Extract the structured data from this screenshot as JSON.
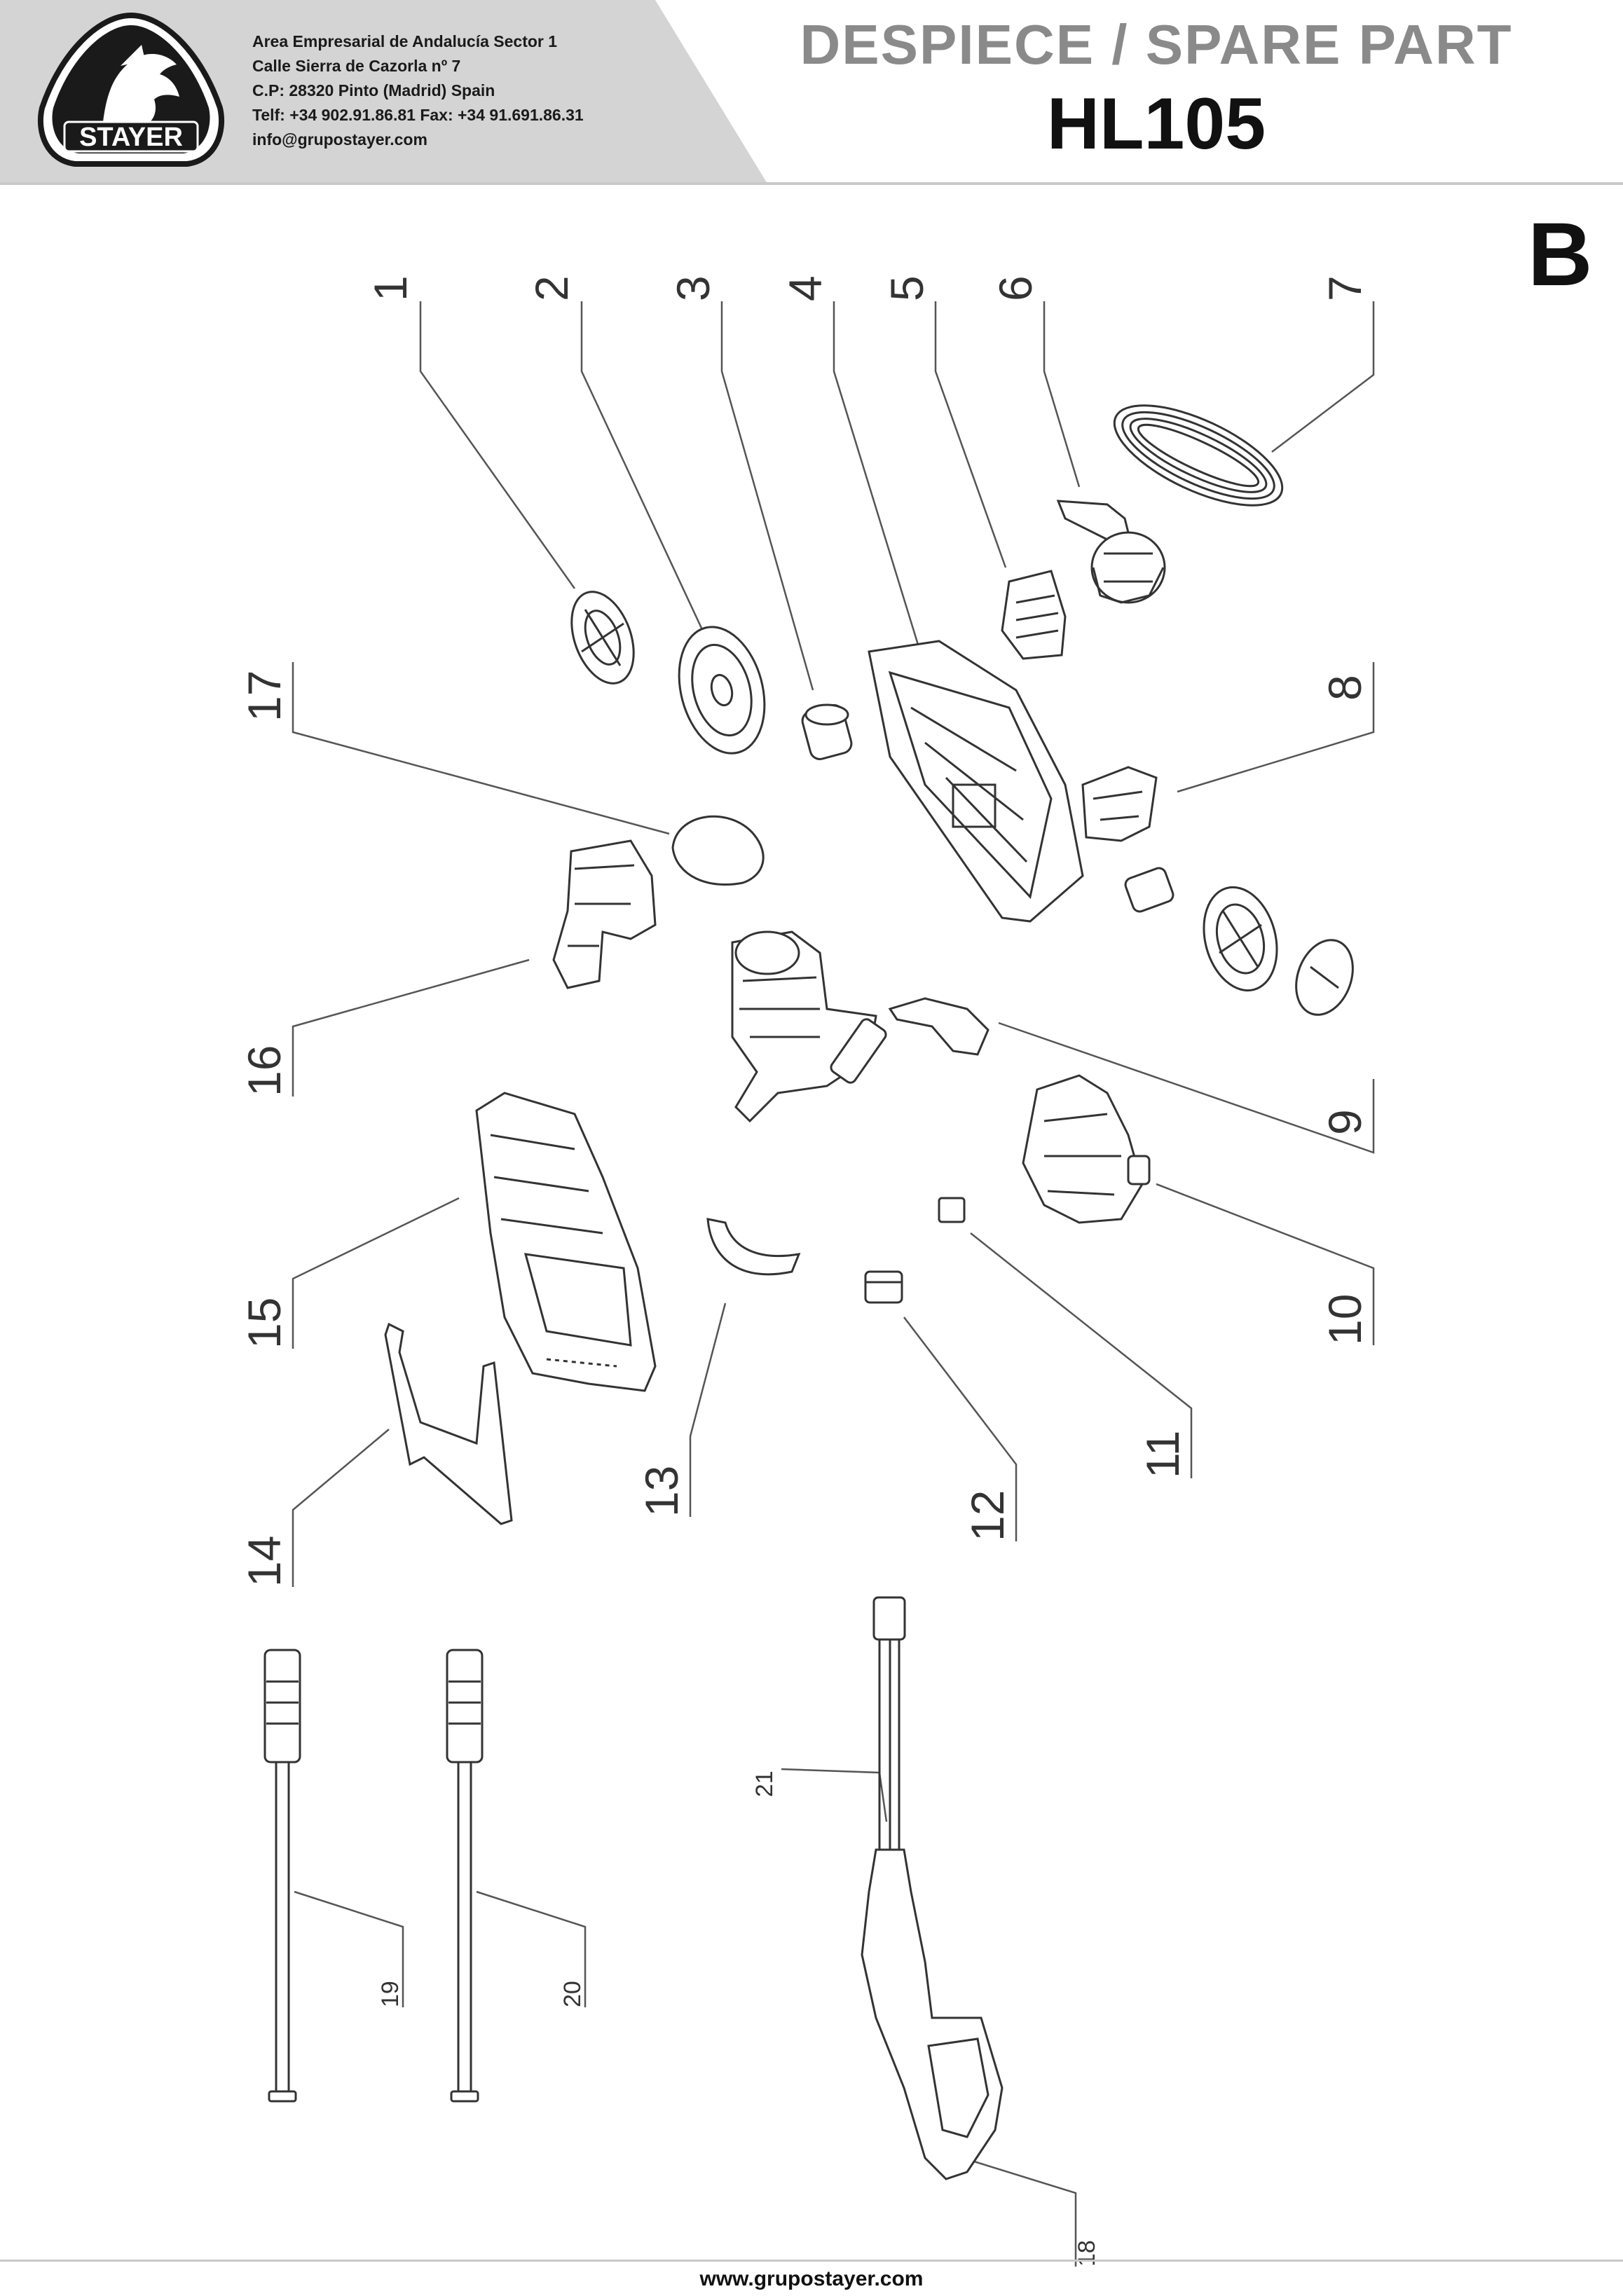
{
  "company": {
    "brand": "STAYER",
    "address_lines": [
      "Area Empresarial de Andalucía Sector 1",
      "Calle Sierra de Cazorla nº 7",
      "C.P: 28320 Pinto (Madrid) Spain",
      "Telf: +34 902.91.86.81 Fax: +34 91.691.86.31",
      "info@grupostayer.com"
    ]
  },
  "document": {
    "title": "DESPIECE / SPARE PART",
    "model": "HL105",
    "section": "B"
  },
  "callouts": {
    "c1": "1",
    "c2": "2",
    "c3": "3",
    "c4": "4",
    "c5": "5",
    "c6": "6",
    "c7": "7",
    "c8": "8",
    "c9": "9",
    "c10": "10",
    "c11": "11",
    "c12": "12",
    "c13": "13",
    "c14": "14",
    "c15": "15",
    "c16": "16",
    "c17": "17",
    "c18": "18",
    "c19": "19",
    "c20": "20",
    "c21": "21"
  },
  "footer": {
    "url": "www.grupostayer.com"
  },
  "colors": {
    "header_band": "#d4d4d4",
    "title_gray": "#8a8a8a",
    "line": "#555555"
  }
}
